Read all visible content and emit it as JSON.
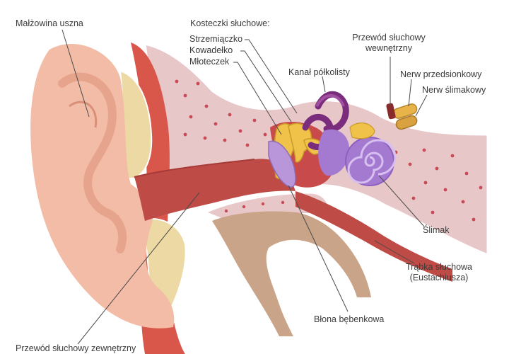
{
  "labels": {
    "auricle": "Małżowina uszna",
    "ossicles_header": "Kosteczki słuchowe:",
    "stapes": "Strzemiączko",
    "incus": "Kowadełko",
    "malleus": "Młoteczek",
    "internal_canal_line1": "Przewód słuchowy",
    "internal_canal_line2": "wewnętrzny",
    "semicircular_canal": "Kanał półkolisty",
    "vestibular_nerve": "Nerw przedsionkowy",
    "cochlear_nerve": "Nerw ślimakowy",
    "cochlea": "Ślimak",
    "eustachian_line1": "Trąbka słuchowa",
    "eustachian_line2": "(Eustachiusza)",
    "eardrum": "Błona bębenkowa",
    "external_canal": "Przewód słuchowy zewnętrzny"
  },
  "colors": {
    "skin": "#f2bca6",
    "skin_dark": "#e7a48d",
    "muscle": "#d9574a",
    "muscle_dark": "#c7463b",
    "bone_fill": "#e8c7c9",
    "bone_outline": "#ffffff",
    "cartilage": "#ecd9a3",
    "canal_red": "#bf4b47",
    "tube_tan": "#c9a489",
    "ossicle": "#f0c24a",
    "cochlea": "#a47ad1",
    "semicircular": "#7a2d7d",
    "nerve": "#e8b44a",
    "leader_line": "#4a4a4a"
  }
}
